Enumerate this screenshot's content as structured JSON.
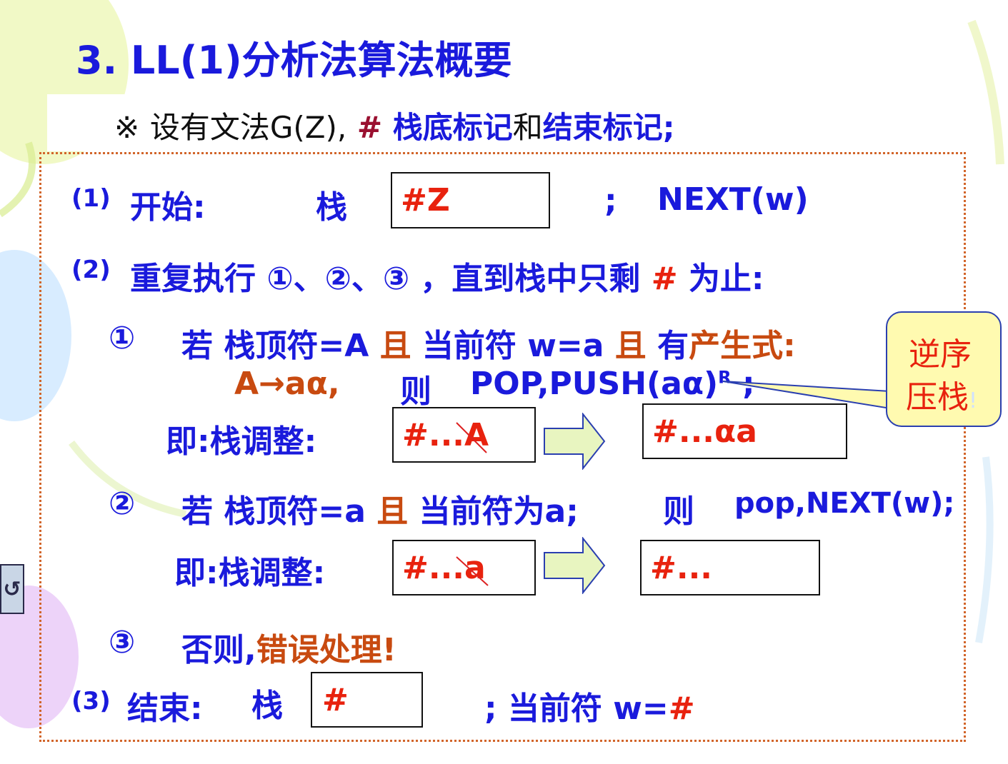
{
  "title": "3. LL(1)分析法算法概要",
  "intro": {
    "mark": "※",
    "text1": "设有文法G(Z),",
    "hash": "#",
    "text2": "栈底标记",
    "text3": "和",
    "text4": "结束标记;"
  },
  "step1": {
    "num": "(1)",
    "label": "开始:",
    "stack_word": "栈",
    "stack_value": "#Z",
    "semi": ";",
    "action": "NEXT(w)"
  },
  "step2": {
    "num": "(2)",
    "text": "重复执行 ①、②、③ ，直到栈中只剩",
    "hash": "#",
    "tail": "为止:"
  },
  "case1": {
    "num": "①",
    "if": "若",
    "cond1": "栈顶符=A",
    "and1": "且",
    "cond2": "当前符 w=a",
    "and2": "且",
    "has": "有",
    "prod": "产生式:",
    "production": "A→aα,",
    "then": "则",
    "action": "POP,PUSH(aα)",
    "sup": "R",
    "semi": ";",
    "adjust": "即:栈调整:",
    "before": "#...A",
    "after": "#...αa"
  },
  "callout": {
    "line1": "逆序",
    "line2": "压栈",
    "bang": "!"
  },
  "case2": {
    "num": "②",
    "if": "若",
    "cond1": "栈顶符=a",
    "and1": "且",
    "cond2": "当前符为a;",
    "then": "则",
    "action": "pop,NEXT(w);",
    "adjust": "即:栈调整:",
    "before": "#...a",
    "after": "#..."
  },
  "case3": {
    "num": "③",
    "text": "否则,",
    "error": "错误处理!"
  },
  "step3": {
    "num": "(3)",
    "label": "结束:",
    "stack_word": "栈",
    "stack_value": "#",
    "semi": ";",
    "cur": "当前符",
    "w": "w=",
    "hash": "#"
  },
  "colors": {
    "blue": "#1a1adc",
    "red": "#e8220e",
    "brown": "#c84a10",
    "frame": "#d2652a"
  }
}
